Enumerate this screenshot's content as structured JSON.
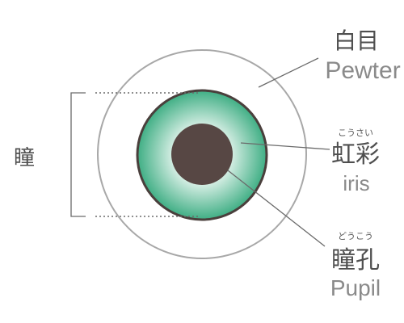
{
  "labels": {
    "sclera": {
      "ja": "白目",
      "en": "Pewter"
    },
    "iris": {
      "ruby": "こうさい",
      "ja": "虹彩",
      "en": "iris"
    },
    "pupil": {
      "ruby": "どうこう",
      "ja": "瞳孔",
      "en": "Pupil"
    },
    "eye": {
      "ja": "瞳"
    }
  },
  "colors": {
    "outline": "#a8a8a8",
    "iris_inner": "#f2faf6",
    "iris_outer": "#3fae84",
    "iris_border": "#4a3f3c",
    "pupil": "#574744",
    "leader": "#6a6a6a"
  }
}
